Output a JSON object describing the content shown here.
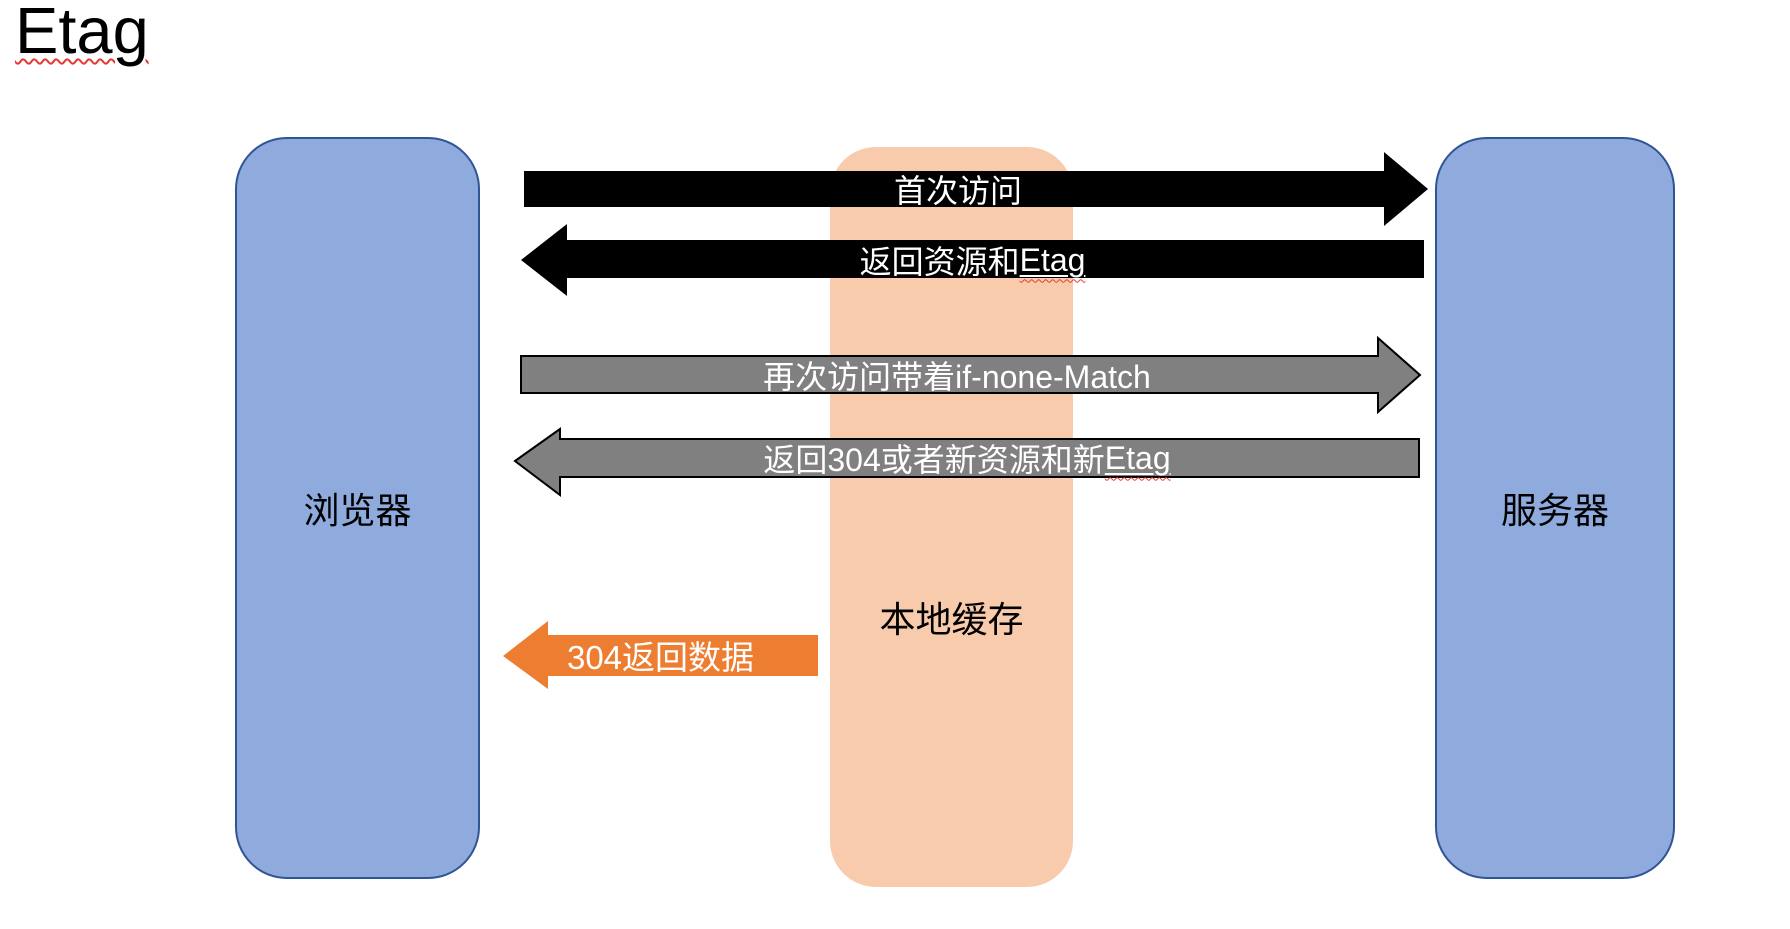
{
  "slide": {
    "title": "Etag",
    "background": "#ffffff",
    "spellcheck_color": "#e8392f"
  },
  "nodes": {
    "browser": {
      "label": "浏览器",
      "fill": "#8faadc",
      "border": "#2f5597"
    },
    "server": {
      "label": "服务器",
      "fill": "#8faadc",
      "border": "#2f5597"
    },
    "cache": {
      "label": "本地缓存",
      "fill": "#f8cbad"
    }
  },
  "arrows": [
    {
      "id": "first-visit",
      "direction": "right",
      "fill": "#000000",
      "label": "首次访问",
      "text_color": "#ffffff"
    },
    {
      "id": "return-resource-etag",
      "direction": "left",
      "fill": "#000000",
      "label": "返回资源和Etag",
      "label_pre": "返回资源和",
      "label_etag": "Etag",
      "etag_underlined": true,
      "spellcheck": true,
      "text_color": "#ffffff"
    },
    {
      "id": "revisit-if-none-match",
      "direction": "right",
      "fill": "#808080",
      "stroke": "#000000",
      "label": "再次访问带着if-none-Match",
      "text_color": "#ffffff"
    },
    {
      "id": "return-304-or-new-etag",
      "direction": "left",
      "fill": "#808080",
      "stroke": "#000000",
      "label": "返回304或者新资源和新Etag",
      "label_pre": "返回304或者新资源和新",
      "label_etag": "Etag",
      "etag_underlined": true,
      "spellcheck": true,
      "text_color": "#ffffff"
    },
    {
      "id": "304-return-data",
      "direction": "left",
      "fill": "#ed7d31",
      "label": "304返回数据",
      "text_color": "#ffffff"
    }
  ]
}
